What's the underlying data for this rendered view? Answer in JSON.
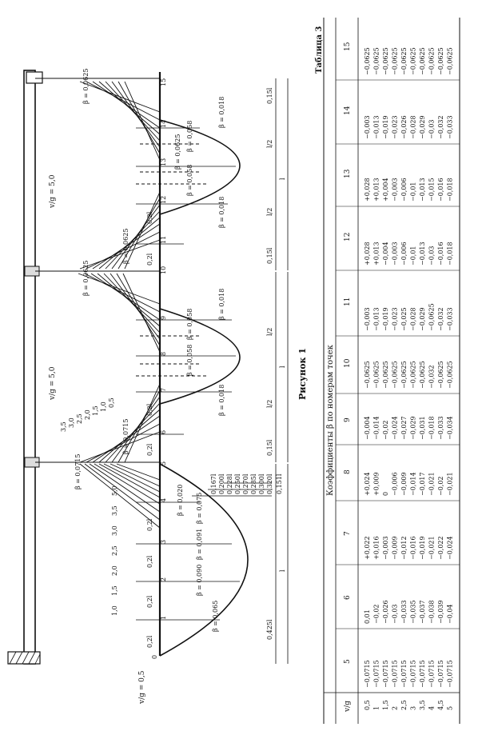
{
  "figure_caption": "Рисунок 1",
  "table_label": "Таблица 3",
  "table": {
    "header": "Коэффициенты β по номерам точек",
    "row_header": "v/g",
    "columns": [
      "5",
      "6",
      "7",
      "8",
      "9",
      "10",
      "11",
      "12",
      "13",
      "14",
      "15"
    ],
    "vg": [
      "0,5",
      "1",
      "1,5",
      "2",
      "2,5",
      "3",
      "3,5",
      "4",
      "4,5",
      "5"
    ],
    "col_values": [
      "−0,0715\n−0,0715\n−0,0715\n−0,0715\n−0,0715\n−0,0715\n−0,0715\n−0,0715\n−0,0715\n−0,0715",
      "0,01\n−0,02\n−0,026\n−0,03\n−0,033\n−0,035\n−0,037\n−0,038\n−0,039\n−0,04",
      "+0,022\n+0,016\n−0,003\n−0,009\n−0,012\n−0,016\n−0,019\n−0,021\n−0,022\n−0,024",
      "+0,024\n+0,009\n0\n−0,006\n−0,009\n−0,014\n−0,017\n−0,021\n−0,02\n−0,021",
      "−0,004\n−0,014\n−0,02\n−0,024\n−0,027\n−0,029\n−0,031\n−0,018\n−0,033\n−0,034",
      "−0,0625\n−0,0625\n−0,0625\n−0,0625\n−0,0625\n−0,0625\n−0,0625\n−0,032\n−0,0625\n−0,0625",
      "−0,003\n−0,013\n−0,019\n−0,023\n−0,025\n−0,028\n−0,029\n−0,0625\n−0,032\n−0,033",
      "+0,028\n+0,013\n−0,004\n−0,003\n−0,006\n−0,01\n−0,013\n−0,03\n−0,016\n−0,018",
      "+0,028\n+0,013\n+0,004\n−0,003\n−0,006\n−0,01\n−0,013\n−0,015\n−0,016\n−0,018",
      "−0,003\n−0,013\n−0,019\n−0,023\n−0,026\n−0,028\n−0,029\n−0,03\n−0,032\n−0,033",
      "−0,0625\n−0,0625\n−0,0625\n−0,0625\n−0,0625\n−0,0625\n−0,0625\n−0,0625\n−0,0625\n−0,0625"
    ]
  },
  "figure": {
    "vg_head": "v/g = 0,5",
    "vg_list1": [
      "1,0",
      "1,5",
      "2,0",
      "2,5",
      "3,0",
      "3,5",
      "5,0"
    ],
    "vg_head2": "v/g = 5,0",
    "vg_list2": [
      "3,5",
      "3,0",
      "2,5",
      "2,0",
      "1,5",
      "1,0",
      "0,5"
    ],
    "points": [
      "0",
      "1",
      "2",
      "3",
      "4",
      "5",
      "6",
      "7",
      "8",
      "9",
      "10",
      "11",
      "12",
      "13",
      "14",
      "15"
    ],
    "betas_span1": [
      "β = 0,065",
      "β = 0,090",
      "β = 0,091",
      "β = 0,075",
      "β = 0,020",
      "β = 0,0715"
    ],
    "betas_span2": [
      "β = 0,0715",
      "β = 0,018",
      "β = 0,058",
      "β = 0,058",
      "β = 0,018",
      "β = 0,0625"
    ],
    "betas_span3": [
      "β = 0,0625",
      "β = 0,018",
      "β = 0,058",
      "β = 0,0625",
      "β = 0,058",
      "β = 0,018",
      "β = 0,0625"
    ],
    "dims_span1": [
      "0,2l",
      "0,2l",
      "0,2l",
      "0,2l",
      "0,425l",
      "l"
    ],
    "dims_ladder": [
      "0,167l",
      "0,200l",
      "0,228l",
      "0,250l",
      "0,270l",
      "0,285l",
      "0,300l",
      "0,320l",
      "0,151l"
    ],
    "dims_span2": [
      "0,2l",
      "0,2l",
      "0,15l",
      "l/2",
      "l/2",
      "l"
    ],
    "dims_span3": [
      "0,2l",
      "0,2l",
      "0,15l",
      "0,15l",
      "l/2",
      "l/2",
      "l"
    ]
  }
}
